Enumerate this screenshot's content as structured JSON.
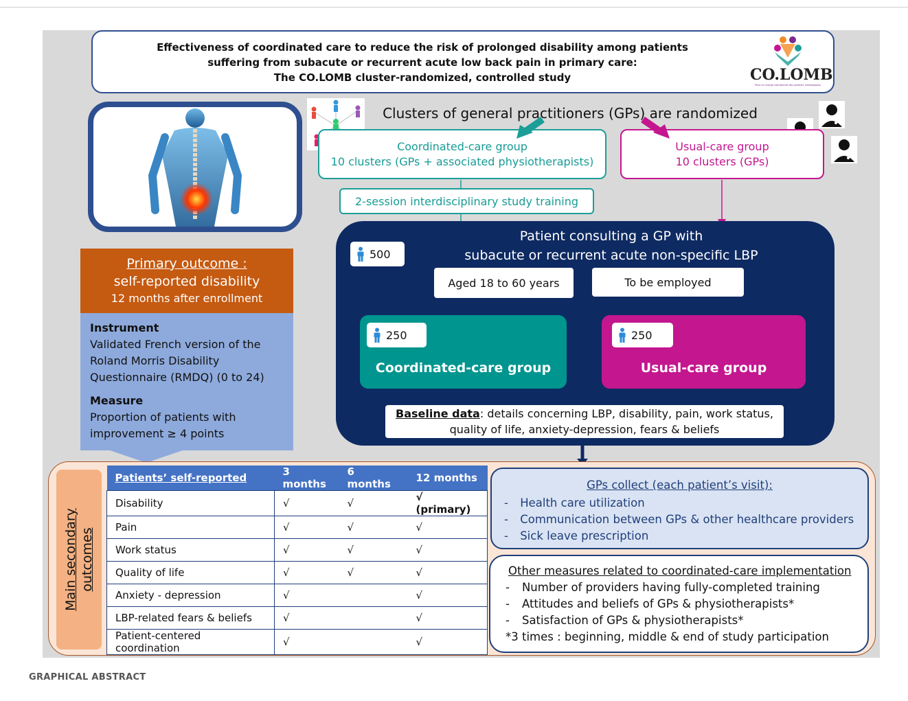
{
  "title": {
    "line1": "Effectiveness of coordinated care to reduce the risk of prolonged disability among patients",
    "line2": "suffering  from subacute or recurrent acute low back pain in primary care:",
    "line3": "The CO.LOMB cluster-randomized, controlled study"
  },
  "logo": {
    "text": "CO.LOMB",
    "subtext": "Prise en charge coordonnée des patients lombalgiques",
    "color": "#7b2a8f"
  },
  "clusters": {
    "title": "Clusters of general practitioners (GPs) are randomized",
    "coordinated": {
      "line1": "Coordinated-care group",
      "line2": "10 clusters (GPs + associated physiotherapists)"
    },
    "usual": {
      "line1": "Usual-care group",
      "line2": "10 clusters (GPs)"
    },
    "training": "2-session interdisciplinary study training"
  },
  "patients": {
    "title_line1": "Patient consulting a GP with",
    "title_line2": "subacute or recurrent acute non-specific LBP",
    "total": "500",
    "criteria": [
      "Aged 18 to 60 years",
      "To be employed"
    ],
    "coordinated_count": "250",
    "coordinated_label": "Coordinated-care group",
    "usual_count": "250",
    "usual_label": "Usual-care group",
    "baseline_bold": "Baseline data",
    "baseline_line1": ": details concerning LBP, disability, pain, work status,",
    "baseline_line2": "quality of life, anxiety-depression, fears & beliefs"
  },
  "primary": {
    "heading": "Primary outcome :",
    "line2": "self-reported disability",
    "line3": "12 months after enrollment",
    "instrument_label": "Instrument",
    "instrument_text": "Validated French version of the Roland Morris Disability Questionnaire (RMDQ) (0 to 24)",
    "measure_label": "Measure",
    "measure_text": "Proportion of patients with improvement ≥ 4 points"
  },
  "secondary": {
    "label_line1": "Main secondary",
    "label_line2": "outcomes",
    "headers": [
      "Patients’ self-reported",
      "3 months",
      "6 months",
      "12 months"
    ],
    "rows": [
      [
        "Disability",
        "√",
        "√",
        "√ (primary)"
      ],
      [
        "Pain",
        "√",
        "√",
        "√"
      ],
      [
        "Work status",
        "√",
        "√",
        "√"
      ],
      [
        "Quality of life",
        "√",
        "√",
        "√"
      ],
      [
        "Anxiety - depression",
        "√",
        "",
        "√"
      ],
      [
        "LBP-related fears & beliefs",
        "√",
        "",
        "√"
      ],
      [
        "Patient-centered coordination",
        "√",
        "",
        "√"
      ]
    ]
  },
  "gps_collect": {
    "title": "GPs collect (each patient’s visit):",
    "items": [
      "Health care utilization",
      "Communication between GPs & other healthcare providers",
      "Sick leave prescription"
    ]
  },
  "other_measures": {
    "title": "Other measures related to coordinated-care implementation",
    "items": [
      "Number of providers having fully-completed training",
      "Attitudes and beliefs of GPs & physiotherapists*",
      "Satisfaction of GPs & physiotherapists*"
    ],
    "note": "*3 times : beginning, middle & end of study participation"
  },
  "footer": "GRAPHICAL ABSTRACT",
  "colors": {
    "navy": "#0e2a62",
    "teal": "#00958f",
    "magenta": "#c4168f",
    "orange": "#c55a11",
    "table_header": "#4472c4"
  }
}
